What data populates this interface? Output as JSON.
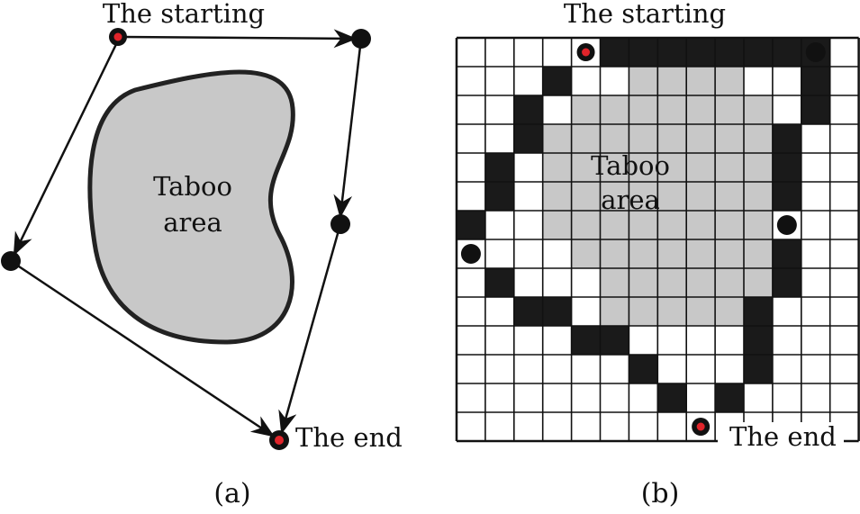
{
  "panel_a": {
    "start_label": "The starting",
    "end_label": "The end",
    "taboo_line1": "Taboo",
    "taboo_line2": "area",
    "caption": "(a)"
  },
  "panel_b": {
    "start_label": "The starting",
    "end_label": "The end",
    "taboo_line1": "Taboo",
    "taboo_line2": "area",
    "caption": "(b)",
    "grid_cols": 14,
    "grid_rows": 14,
    "obstacle_cells": [
      [
        0,
        5
      ],
      [
        0,
        6
      ],
      [
        0,
        7
      ],
      [
        0,
        8
      ],
      [
        0,
        9
      ],
      [
        0,
        10
      ],
      [
        0,
        11
      ],
      [
        0,
        12
      ],
      [
        1,
        3
      ],
      [
        1,
        12
      ],
      [
        2,
        2
      ],
      [
        2,
        12
      ],
      [
        3,
        2
      ],
      [
        3,
        11
      ],
      [
        4,
        1
      ],
      [
        4,
        11
      ],
      [
        5,
        1
      ],
      [
        5,
        11
      ],
      [
        6,
        0
      ],
      [
        7,
        11
      ],
      [
        8,
        1
      ],
      [
        8,
        11
      ],
      [
        9,
        2
      ],
      [
        9,
        3
      ],
      [
        9,
        10
      ],
      [
        10,
        4
      ],
      [
        10,
        5
      ],
      [
        10,
        10
      ],
      [
        11,
        6
      ],
      [
        11,
        10
      ],
      [
        12,
        7
      ],
      [
        12,
        9
      ]
    ],
    "taboo_cells": [
      [
        1,
        6
      ],
      [
        1,
        7
      ],
      [
        1,
        8
      ],
      [
        1,
        9
      ],
      [
        2,
        4
      ],
      [
        2,
        5
      ],
      [
        2,
        6
      ],
      [
        2,
        7
      ],
      [
        2,
        8
      ],
      [
        2,
        9
      ],
      [
        2,
        10
      ],
      [
        3,
        3
      ],
      [
        3,
        4
      ],
      [
        3,
        5
      ],
      [
        3,
        6
      ],
      [
        3,
        7
      ],
      [
        3,
        8
      ],
      [
        3,
        9
      ],
      [
        3,
        10
      ],
      [
        4,
        3
      ],
      [
        4,
        4
      ],
      [
        4,
        5
      ],
      [
        4,
        6
      ],
      [
        4,
        7
      ],
      [
        4,
        8
      ],
      [
        4,
        9
      ],
      [
        4,
        10
      ],
      [
        5,
        3
      ],
      [
        5,
        4
      ],
      [
        5,
        5
      ],
      [
        5,
        6
      ],
      [
        5,
        7
      ],
      [
        5,
        8
      ],
      [
        5,
        9
      ],
      [
        5,
        10
      ],
      [
        6,
        3
      ],
      [
        6,
        4
      ],
      [
        6,
        5
      ],
      [
        6,
        6
      ],
      [
        6,
        7
      ],
      [
        6,
        8
      ],
      [
        6,
        9
      ],
      [
        6,
        10
      ],
      [
        7,
        4
      ],
      [
        7,
        5
      ],
      [
        7,
        6
      ],
      [
        7,
        7
      ],
      [
        7,
        8
      ],
      [
        7,
        9
      ],
      [
        7,
        10
      ],
      [
        8,
        5
      ],
      [
        8,
        6
      ],
      [
        8,
        7
      ],
      [
        8,
        8
      ],
      [
        8,
        9
      ],
      [
        8,
        10
      ],
      [
        9,
        5
      ],
      [
        9,
        6
      ],
      [
        9,
        7
      ],
      [
        9,
        8
      ],
      [
        9,
        9
      ]
    ],
    "start_cell": [
      0,
      4
    ],
    "end_cell": [
      13,
      8
    ],
    "waypoint_cells": [
      [
        0,
        12
      ],
      [
        6,
        11
      ],
      [
        7,
        0
      ]
    ]
  },
  "colors": {
    "obstacle": "#1a1a1a",
    "taboo": "#c8c8c8",
    "endpoint_dot": "#e0242a",
    "waypoint": "#111111"
  }
}
